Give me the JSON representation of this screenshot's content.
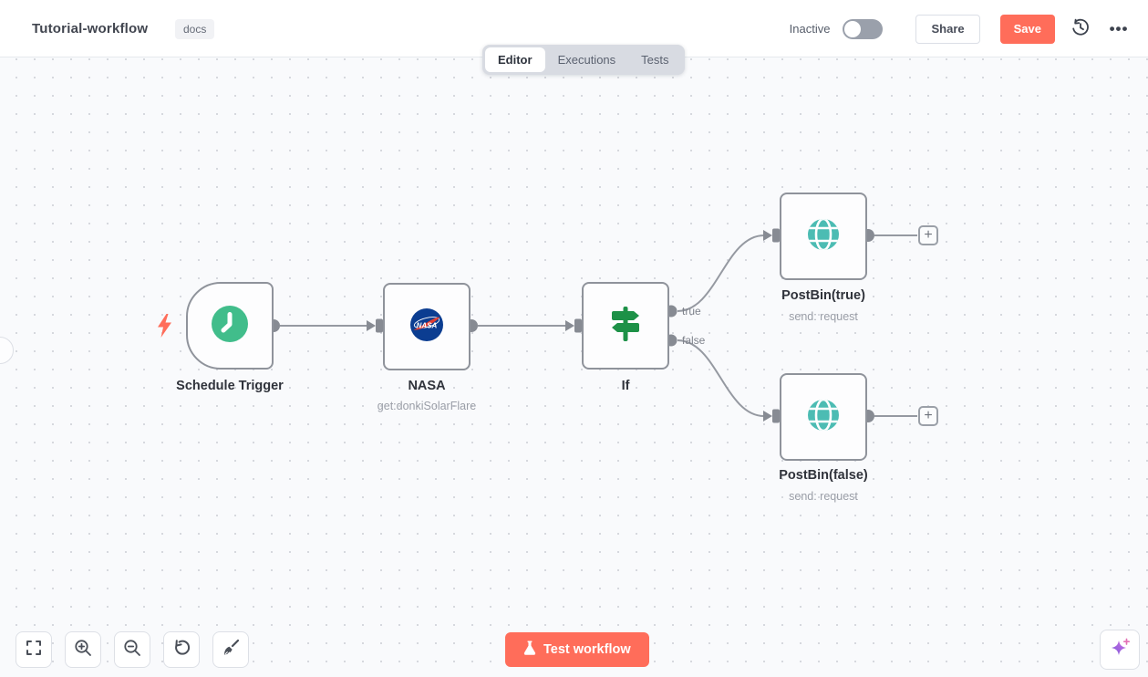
{
  "header": {
    "title": "Tutorial-workflow",
    "tag": "docs",
    "activation": {
      "label": "Inactive",
      "enabled": false
    },
    "share_label": "Share",
    "save_label": "Save",
    "icons": {
      "history": "history-clock-icon",
      "more": "•••"
    }
  },
  "tabs": [
    {
      "label": "Editor",
      "active": true
    },
    {
      "label": "Executions",
      "active": false
    },
    {
      "label": "Tests",
      "active": false
    }
  ],
  "workflow": {
    "nodes": [
      {
        "id": "schedule-trigger",
        "label": "Schedule Trigger",
        "subtitle": "",
        "icon": "clock-icon",
        "type": "trigger"
      },
      {
        "id": "nasa",
        "label": "NASA",
        "subtitle": "get:donkiSolarFlare",
        "icon": "nasa-logo-icon",
        "type": "action"
      },
      {
        "id": "if",
        "label": "If",
        "subtitle": "",
        "icon": "signpost-icon",
        "type": "action",
        "outputs": [
          "true",
          "false"
        ]
      },
      {
        "id": "postbin-true",
        "label": "PostBin(true)",
        "subtitle": "send: request",
        "icon": "globe-icon",
        "type": "action"
      },
      {
        "id": "postbin-false",
        "label": "PostBin(false)",
        "subtitle": "send: request",
        "icon": "globe-icon",
        "type": "action"
      }
    ],
    "connections": [
      {
        "from": "schedule-trigger",
        "to": "nasa"
      },
      {
        "from": "nasa",
        "to": "if"
      },
      {
        "from": "if",
        "output": "true",
        "to": "postbin-true"
      },
      {
        "from": "if",
        "output": "false",
        "to": "postbin-false"
      }
    ]
  },
  "canvas_controls": {
    "add_node_glyph": "+",
    "buttons": [
      {
        "icon": "fit-view-icon"
      },
      {
        "icon": "zoom-in-icon"
      },
      {
        "icon": "zoom-out-icon"
      },
      {
        "icon": "reset-zoom-icon"
      },
      {
        "icon": "tidy-up-icon"
      }
    ],
    "assistant_icon": "sparkles-icon"
  },
  "footer": {
    "test_button_label": "Test workflow"
  },
  "colors": {
    "accent": "#ff6d5a",
    "node_border": "#8f939b",
    "wire": "#9599a1",
    "trigger_green": "#41bd8b",
    "globe_teal": "#4cbcb3",
    "if_green": "#1d9147",
    "nasa_blue": "#0b3d91",
    "ai_purple": "#8b5ce6"
  }
}
